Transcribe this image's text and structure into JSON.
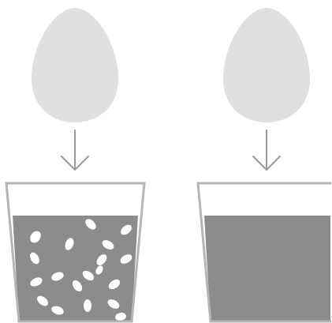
{
  "diagram": {
    "panels": [
      {
        "id": "left",
        "egg_icon": "egg-icon",
        "arrow_icon": "down-arrow-icon",
        "cup": {
          "contains_particles": true,
          "particle_count": 19
        }
      },
      {
        "id": "right",
        "egg_icon": "egg-icon",
        "arrow_icon": "down-arrow-icon",
        "cup": {
          "contains_particles": false,
          "particle_count": 0
        }
      }
    ],
    "colors": {
      "egg": "#e0e0e0",
      "arrow": "#9a9a9a",
      "cup_outline": "#b5b5b5",
      "liquid": "#8c8c8c",
      "particle": "#ffffff"
    }
  }
}
